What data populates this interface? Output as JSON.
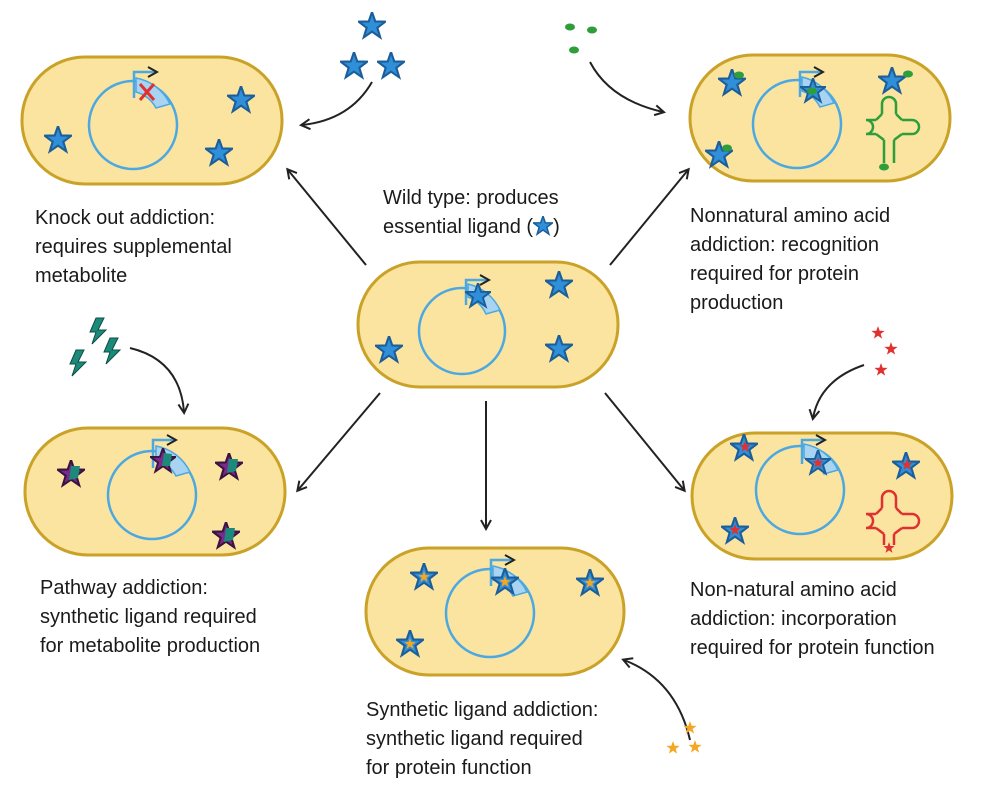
{
  "center": {
    "lines": [
      "Wild type: produces",
      "essential ligand ("
    ],
    "closing": ")"
  },
  "knockout": {
    "lines": [
      "Knock out addiction:",
      "requires supplemental",
      "metabolite"
    ]
  },
  "pathway": {
    "lines": [
      "Pathway addiction:",
      "synthetic ligand required",
      "for metabolite production"
    ]
  },
  "synthetic": {
    "lines": [
      "Synthetic ligand addiction:",
      "synthetic ligand required",
      "for protein function"
    ]
  },
  "recognition": {
    "lines": [
      "Nonnatural amino acid",
      "addiction: recognition",
      "required for protein",
      "production"
    ]
  },
  "incorporation": {
    "lines": [
      "Non-natural amino acid",
      "addiction: incorporation",
      "required for protein function"
    ]
  },
  "colors": {
    "cell_fill": "#fbe4a0",
    "cell_stroke": "#c9a227",
    "plasmid": "#4ba8e0",
    "ligand_star": "#2f8fd8",
    "ligand_stroke": "#1c5e9a",
    "synthetic_star": "#f5a623",
    "trna_green": "#2e9e3b",
    "trna_red": "#e03131",
    "knockout_x": "#e03131",
    "pathway_purple": "#7a2a8a",
    "pathway_teal": "#1b8a7a",
    "arrow": "#222222"
  },
  "icons": [
    "star-icon",
    "knockout-x-icon",
    "trna-icon",
    "amino-acid-dot-icon",
    "plasmid-icon",
    "promoter-arrow-icon",
    "lightning-ligand-icon"
  ]
}
